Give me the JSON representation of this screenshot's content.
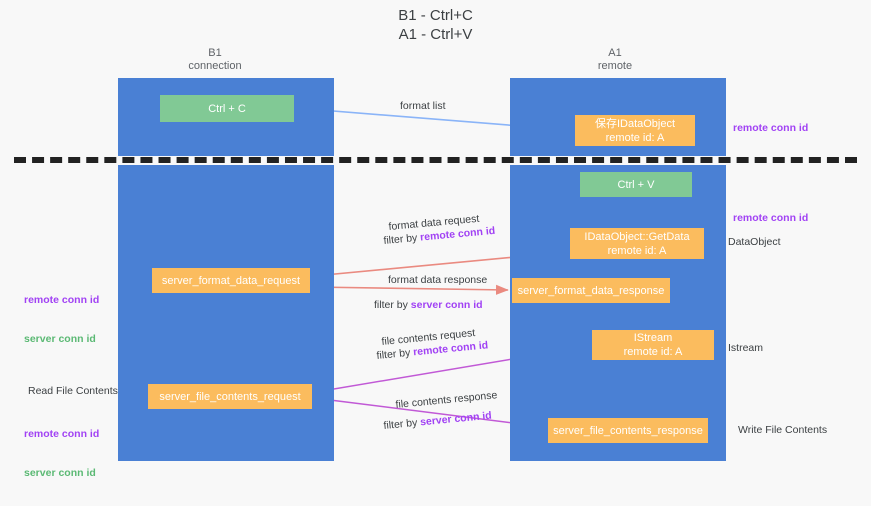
{
  "title": "B1 - Ctrl+C\nA1 - Ctrl+V",
  "columns": {
    "left": {
      "name": "B1",
      "role": "connection",
      "header": "B1\nconnection"
    },
    "right": {
      "name": "A1",
      "role": "remote",
      "header": "A1\nremote"
    }
  },
  "nodes": {
    "ctrl_c": {
      "label": "Ctrl + C",
      "color": "#81c995",
      "lane": "B1",
      "section": "top"
    },
    "save_idataobject": {
      "label": "保存IDataObject\nremote id: A",
      "color": "#fbbc5e",
      "lane": "A1",
      "section": "top"
    },
    "ctrl_v": {
      "label": "Ctrl + V",
      "color": "#81c995",
      "lane": "A1",
      "section": "bottom"
    },
    "getdata": {
      "label": "IDataObject::GetData\nremote id: A",
      "color": "#fbbc5e",
      "lane": "A1",
      "section": "bottom"
    },
    "server_format_data_request": {
      "label": "server_format_data_request",
      "color": "#fbbc5e",
      "lane": "B1",
      "section": "bottom"
    },
    "server_format_data_response": {
      "label": "server_format_data_response",
      "color": "#fbbc5e",
      "lane": "A1",
      "section": "bottom"
    },
    "istream": {
      "label": "IStream\nremote id: A",
      "color": "#fbbc5e",
      "lane": "A1",
      "section": "bottom"
    },
    "server_file_contents_request": {
      "label": "server_file_contents_request",
      "color": "#fbbc5e",
      "lane": "B1",
      "section": "bottom"
    },
    "server_file_contents_response": {
      "label": "server_file_contents_response",
      "color": "#fbbc5e",
      "lane": "A1",
      "section": "bottom"
    }
  },
  "edge_labels": {
    "format_list": "format list",
    "format_data_request": "format data request",
    "format_data_request_filter_prefix": "filter by ",
    "format_data_request_filter_key": "remote conn id",
    "format_data_response": "format data response",
    "format_data_response_filter_prefix": "filter by ",
    "format_data_response_filter_key": "server conn id",
    "file_contents_request": "file contents request",
    "file_contents_request_filter_prefix": "filter by ",
    "file_contents_request_filter_key": "remote conn id",
    "file_contents_response": "file contents response",
    "file_contents_response_filter_prefix": "filter by ",
    "file_contents_response_filter_key": "server conn id"
  },
  "annotations_right": {
    "remote_conn_id_top": "remote conn id",
    "remote_conn_id_mid": "remote conn id",
    "dataobject": "DataObject",
    "istream": "Istream",
    "write_file_contents": "Write File Contents"
  },
  "annotations_left": {
    "remote_conn_id_1": "remote conn id",
    "server_conn_id_1": "server conn id",
    "read_file_contents": "Read File Contents",
    "remote_conn_id_2": "remote conn id",
    "server_conn_id_2": "server conn id"
  },
  "colors": {
    "lane_blue": "#4a80d4",
    "node_green": "#81c995",
    "node_orange": "#fbbc5e",
    "key_purple": "#a142f4",
    "key_green": "#5bb974",
    "arrow_blue": "#8ab4f8",
    "arrow_red": "#ea8a80",
    "arrow_magenta": "#c159d6",
    "arrow_black": "#202124",
    "background": "#f8f8f8",
    "divider": "#222222"
  }
}
